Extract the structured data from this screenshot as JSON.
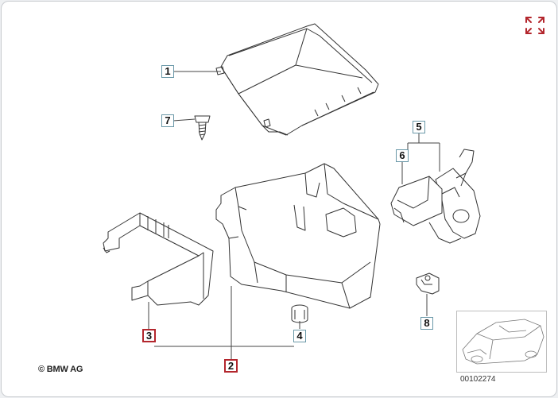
{
  "callouts": [
    {
      "id": "1",
      "label": "1",
      "color": "blue"
    },
    {
      "id": "2",
      "label": "2",
      "color": "red"
    },
    {
      "id": "3",
      "label": "3",
      "color": "red"
    },
    {
      "id": "4",
      "label": "4",
      "color": "blue"
    },
    {
      "id": "5",
      "label": "5",
      "color": "blue"
    },
    {
      "id": "6",
      "label": "6",
      "color": "blue"
    },
    {
      "id": "7",
      "label": "7",
      "color": "blue"
    },
    {
      "id": "8",
      "label": "8",
      "color": "blue"
    }
  ],
  "copyright": "© BMW AG",
  "diagram_code": "00102274",
  "icons": {
    "expand": "expand-icon"
  },
  "colors": {
    "accent_red": "#b3262d",
    "callout_blue": "#6a98a8",
    "line": "#333333"
  }
}
